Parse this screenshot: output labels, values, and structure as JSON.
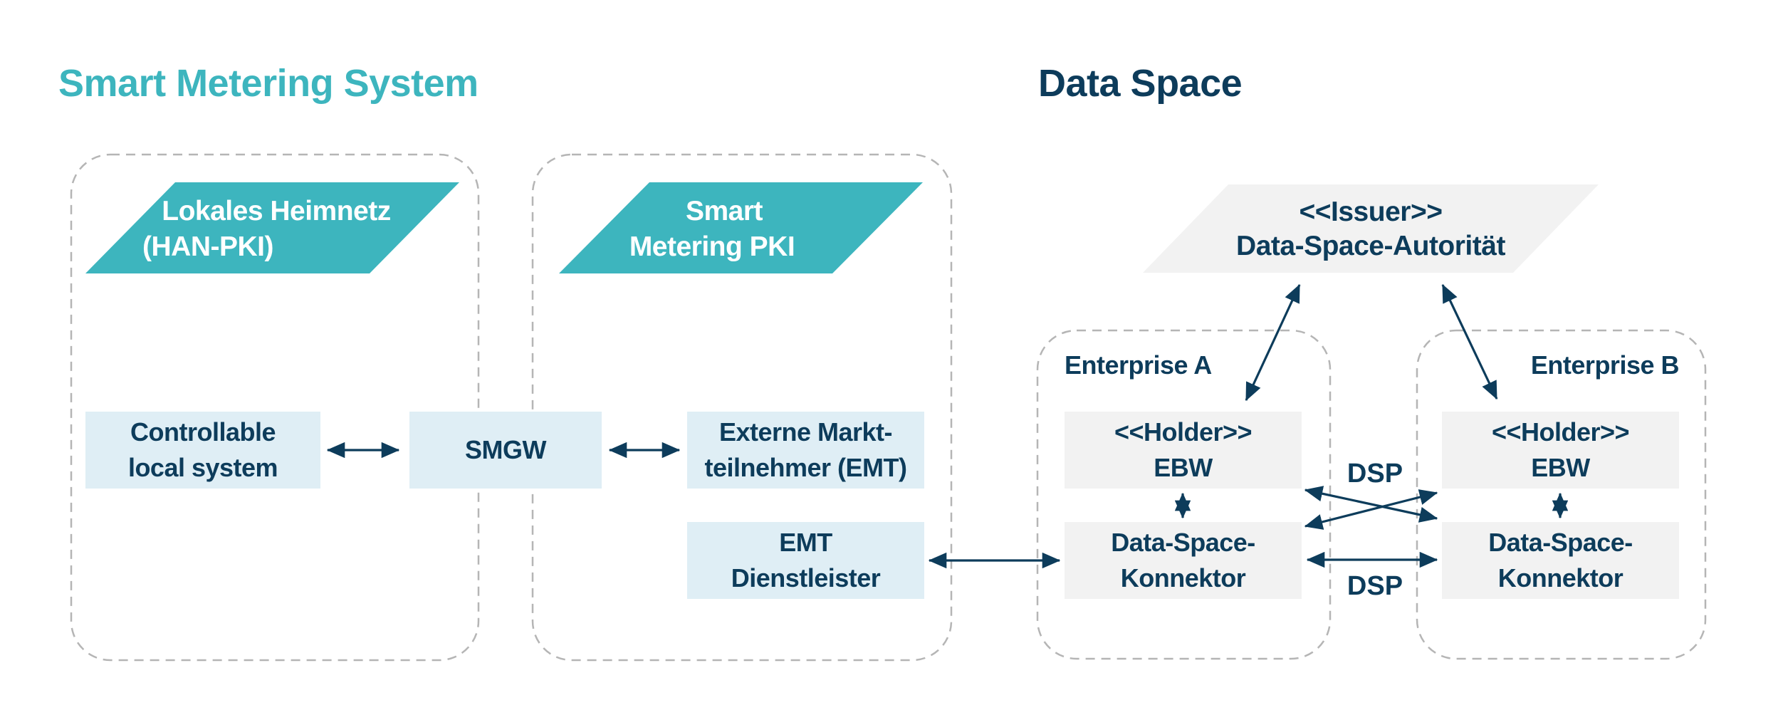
{
  "titles": {
    "smart_metering": "Smart Metering System",
    "data_space": "Data Space"
  },
  "groups": {
    "han": {
      "line1": "Lokales Heimnetz",
      "line2": "(HAN-PKI)"
    },
    "smart_metering_pki": {
      "line1": "Smart",
      "line2": "Metering PKI"
    },
    "issuer": {
      "line1": "<<Issuer>>",
      "line2": "Data-Space-Autorität"
    }
  },
  "nodes": {
    "controllable": {
      "line1": "Controllable",
      "line2": "local system"
    },
    "smgw": {
      "label": "SMGW"
    },
    "emt": {
      "line1": "Externe Markt-",
      "line2": "teilnehmer (EMT)"
    },
    "emt_dienstleister": {
      "line1": "EMT",
      "line2": "Dienstleister"
    },
    "holder_a": {
      "line1": "<<Holder>>",
      "line2": "EBW"
    },
    "konnektor_a": {
      "line1": "Data-Space-",
      "line2": "Konnektor"
    },
    "holder_b": {
      "line1": "<<Holder>>",
      "line2": "EBW"
    },
    "konnektor_b": {
      "line1": "Data-Space-",
      "line2": "Konnektor"
    }
  },
  "labels": {
    "enterprise_a": "Enterprise A",
    "enterprise_b": "Enterprise B",
    "dsp_top": "DSP",
    "dsp_bottom": "DSP"
  },
  "colors": {
    "teal": "#3DB5BE",
    "navy": "#0D3C5B",
    "light_blue": "#DFEEF5",
    "light_gray": "#F2F2F2",
    "dash_gray": "#B5B5B5"
  }
}
